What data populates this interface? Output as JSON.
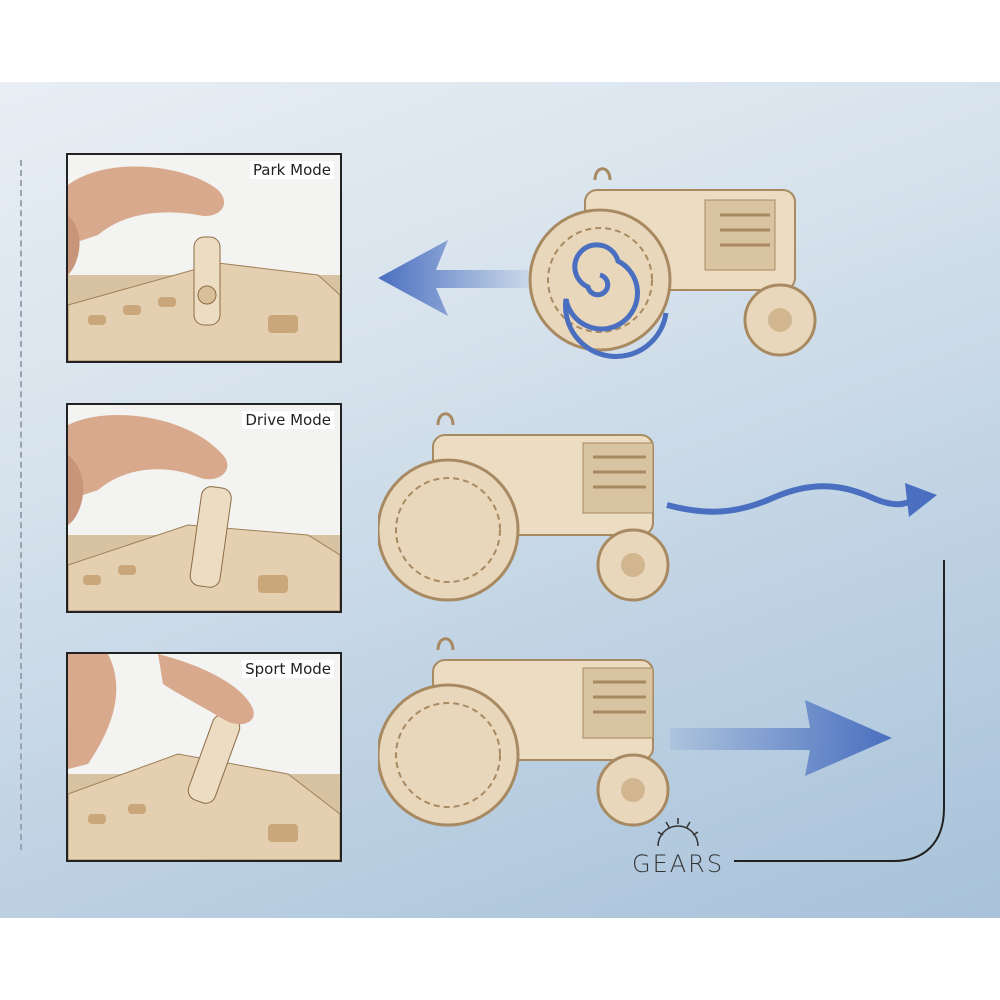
{
  "modes": [
    {
      "label": "Park Mode"
    },
    {
      "label": "Drive Mode"
    },
    {
      "label": "Sport Mode"
    }
  ],
  "brand": {
    "logo_text": "GEARS"
  },
  "colors": {
    "arrow_blue": "#4a6fc0",
    "wood": "#e9d7bb",
    "wood_dark": "#b89a72",
    "frame": "#222222"
  }
}
